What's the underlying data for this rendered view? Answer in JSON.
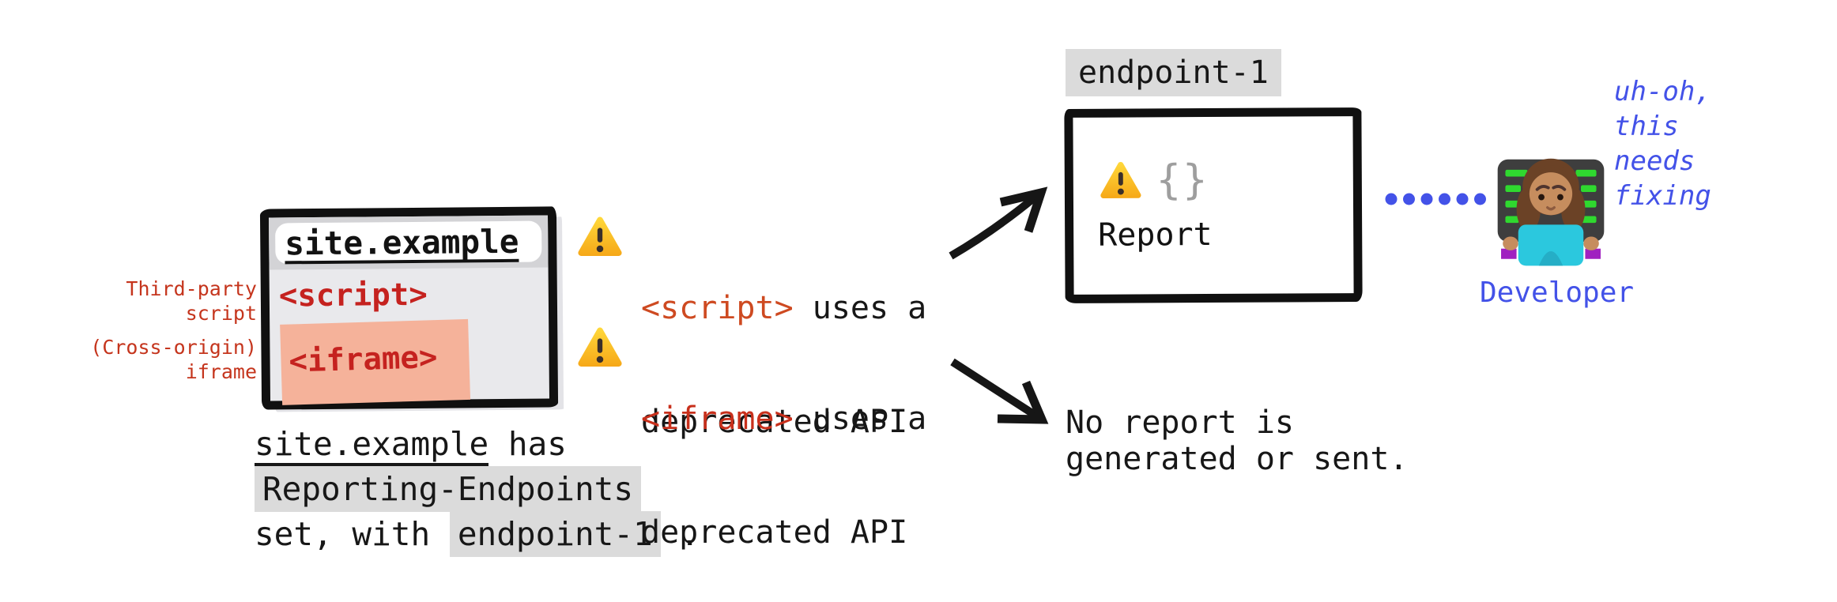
{
  "colors": {
    "text": "#171717",
    "accent_blue": "#4352E8",
    "tag_red": "#C5221F",
    "warning_orange_red": "#CE4A21",
    "chip_gray": "#DBDBDB",
    "iframe_highlight_salmon": "#F5B29A",
    "warning_yellow": "#FBC02D",
    "window_body_gray": "#E9E9EC",
    "titlebar_gray": "#D3D3D6",
    "braces_gray": "#9E9E9E"
  },
  "site_window": {
    "title": "site.example",
    "script_tag": "<script>",
    "iframe_tag": "<iframe>",
    "label_third_party": "Third-party\nscript",
    "label_cross_origin": "(Cross-origin)\niframe"
  },
  "caption": {
    "line1_code": "site.example",
    "line1_rest": " has",
    "line2_chip": "Reporting-Endpoints",
    "line3_pre": "set, with ",
    "line3_chip": "endpoint-1",
    "line3_post": " ."
  },
  "warnings": [
    {
      "tag": "<script>",
      "rest": " uses a",
      "line2": "deprecated API"
    },
    {
      "tag": "<iframe>",
      "rest": " uses a",
      "line2": "deprecated API"
    }
  ],
  "endpoint": {
    "label": "endpoint-1",
    "braces": "{}",
    "report": "Report"
  },
  "no_report": "No report is\ngenerated or sent.",
  "developer": {
    "speech": "uh-oh,\nthis\nneeds\nfixing",
    "label": "Developer"
  }
}
